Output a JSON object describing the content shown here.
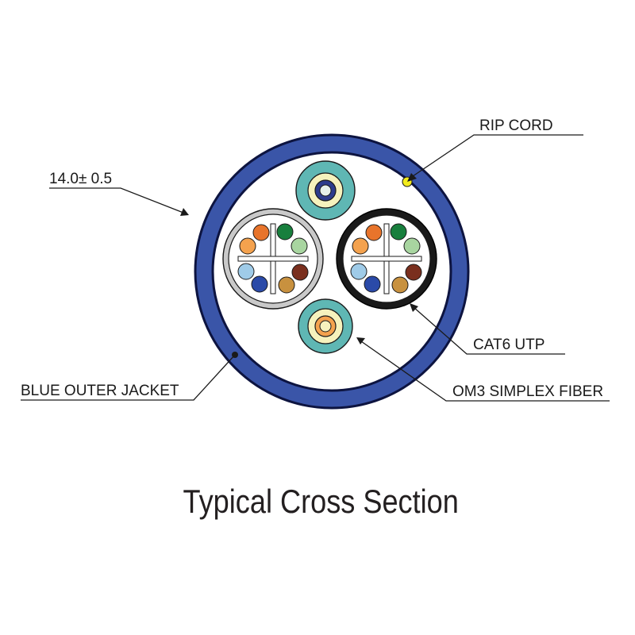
{
  "labels": {
    "rip_cord": "RIP CORD",
    "diameter": "14.0± 0.5",
    "cat6_utp": "CAT6 UTP",
    "om3_fiber": "OM3 SIMPLEX FIBER",
    "outer_jacket": "BLUE OUTER JACKET"
  },
  "caption": "Typical Cross Section",
  "colors": {
    "jacket": "#3a55a8",
    "jacket_edge": "#0d1440",
    "rip_cord": "#f3ec1c",
    "cat6_gray_jacket": "#c9c9c9",
    "cat6_black_jacket": "#1a1a1a",
    "fiber_aqua": "#5fb7b4",
    "fiber_cream": "#f6f2bd"
  },
  "pair_colors": [
    "#e8742b",
    "#187f3d",
    "#a8d5a0",
    "#f4a24e",
    "#9fcbe8",
    "#2a4aa8",
    "#7a2f1e",
    "#c8913f"
  ]
}
